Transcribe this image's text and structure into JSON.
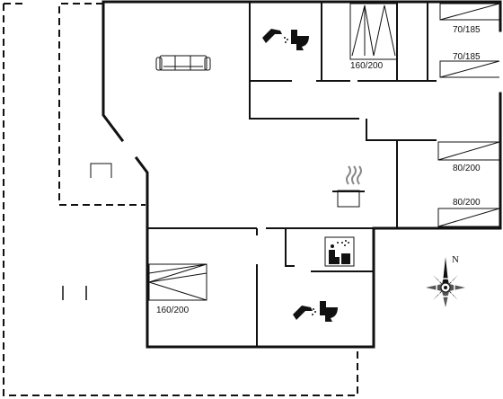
{
  "bed_labels": {
    "bed_top_center": "160/200",
    "bed_top_right_1": "70/185",
    "bed_top_right_2": "70/185",
    "bed_right_mid": "80/200",
    "bed_right_low": "80/200",
    "bed_bottom_left": "160/200"
  },
  "compass": {
    "north": "N"
  },
  "icons": [
    "sofa-icon",
    "shower-icon",
    "toilet-icon",
    "cooking-pot-icon",
    "sauna-icon",
    "compass-icon"
  ]
}
